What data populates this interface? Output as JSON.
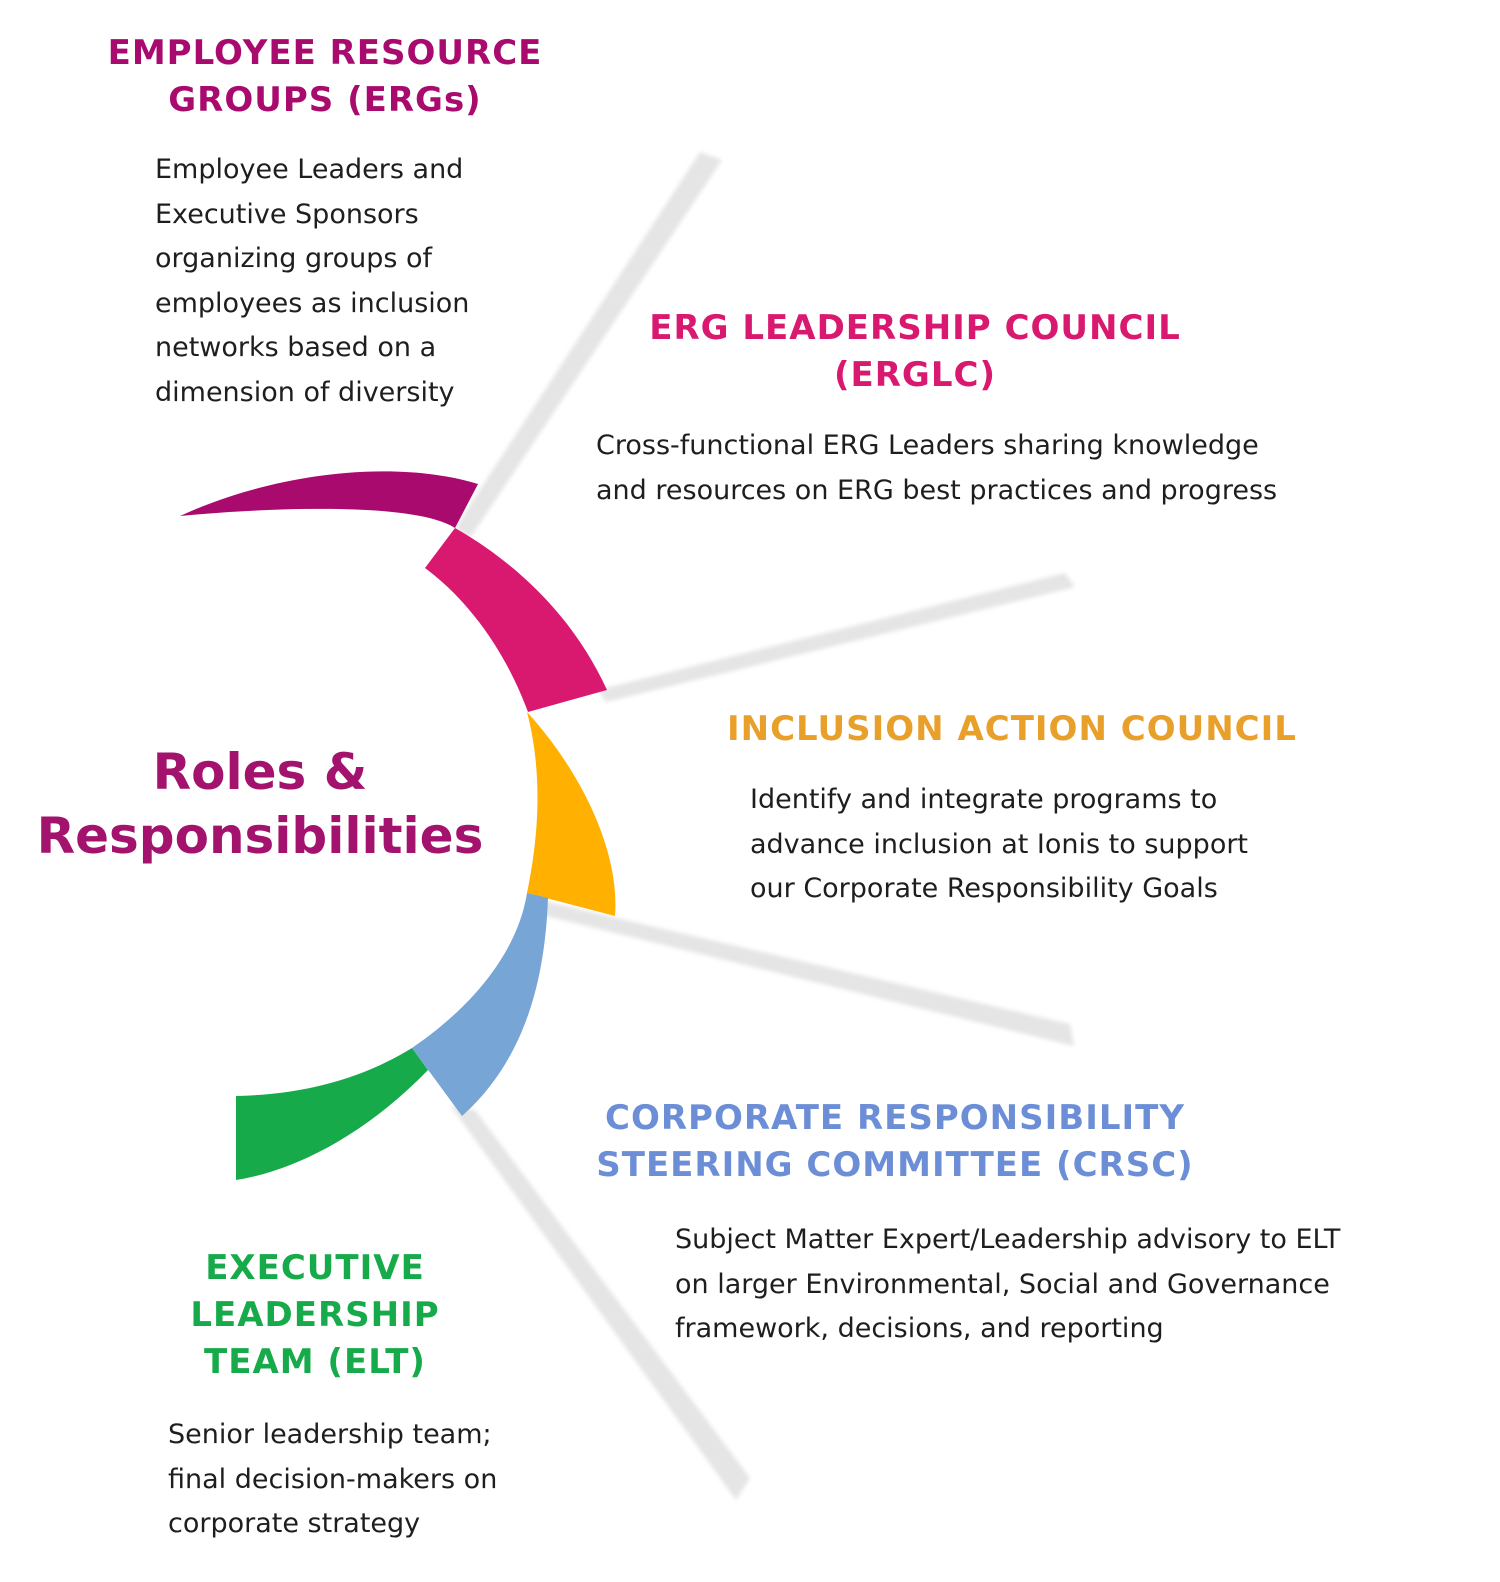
{
  "center_title": {
    "line1": "Roles &",
    "line2": "Responsibilities"
  },
  "colors": {
    "title": "#A3136E",
    "erg": "#A80A6E",
    "erglc": "#D91870",
    "iac": "#FFB000",
    "crsc": "#77A5D6",
    "elt": "#17AA4A",
    "iac_heading": "#E9A02B",
    "crsc_heading": "#6C8ED6"
  },
  "segments": [
    {
      "id": "erg",
      "heading": "EMPLOYEE RESOURCE\nGROUPS (ERGs)",
      "description": "Employee Leaders and\nExecutive Sponsors\norganizing groups of\nemployees as inclusion\nnetworks based on a\ndimension of diversity"
    },
    {
      "id": "erglc",
      "heading": "ERG LEADERSHIP COUNCIL\n(ERGLC)",
      "description": "Cross-functional ERG Leaders sharing knowledge\nand resources on ERG best practices and progress"
    },
    {
      "id": "iac",
      "heading": "INCLUSION ACTION COUNCIL",
      "description": "Identify and integrate programs to\nadvance inclusion at Ionis to support\nour Corporate Responsibility Goals"
    },
    {
      "id": "crsc",
      "heading": "CORPORATE RESPONSIBILITY\nSTEERING COMMITTEE (CRSC)",
      "description": "Subject Matter Expert/Leadership advisory to ELT\non larger Environmental, Social and Governance\nframework, decisions, and reporting"
    },
    {
      "id": "elt",
      "heading": "EXECUTIVE\nLEADERSHIP\nTEAM (ELT)",
      "description": "Senior leadership team;\nfinal decision-makers on\ncorporate strategy"
    }
  ]
}
